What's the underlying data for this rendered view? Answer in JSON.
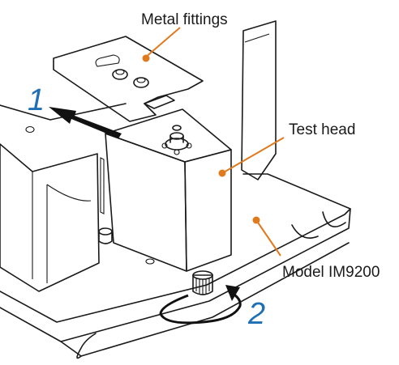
{
  "labels": {
    "metal_fittings": "Metal fittings",
    "test_head": "Test head",
    "model": "Model IM9200"
  },
  "steps": {
    "step1": "1",
    "step2": "2"
  },
  "colors": {
    "step_number": "#1f6fb5",
    "leader": "#e07a1f",
    "outline": "#1a1a1a",
    "arrow": "#111111"
  }
}
